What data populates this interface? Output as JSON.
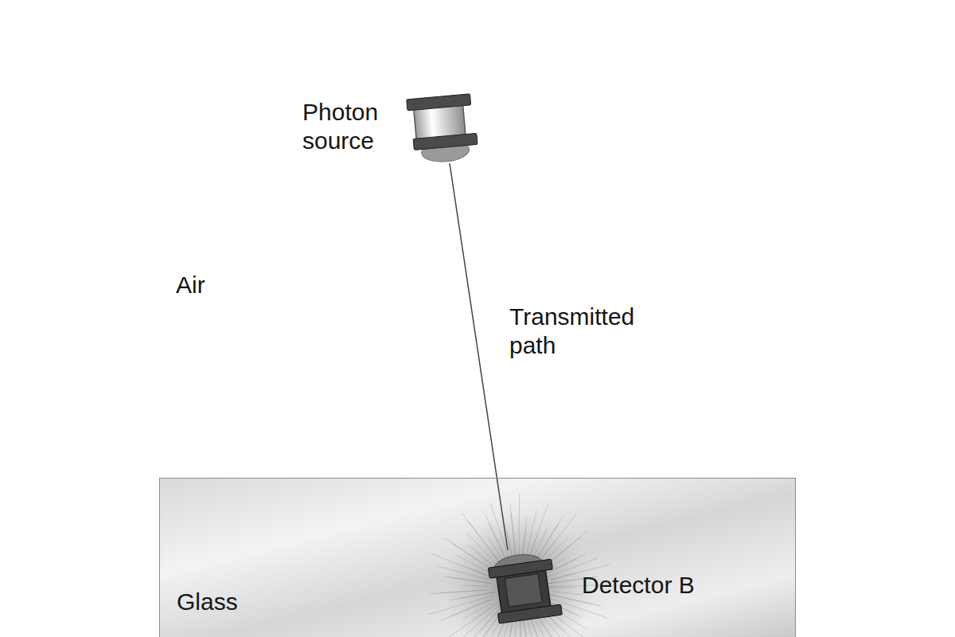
{
  "diagram": {
    "nodes": [
      {
        "text": [
          "Photon source"
        ]
      },
      {
        "text": [
          "Glass"
        ]
      },
      {
        "text": [
          "Detector B"
        ],
        "in": 1
      }
    ],
    "edges": [
      {
        "from": 0,
        "to": 2,
        "arrow": "none",
        "label": "Transmitted path"
      }
    ],
    "labels": [
      "Air"
    ]
  }
}
